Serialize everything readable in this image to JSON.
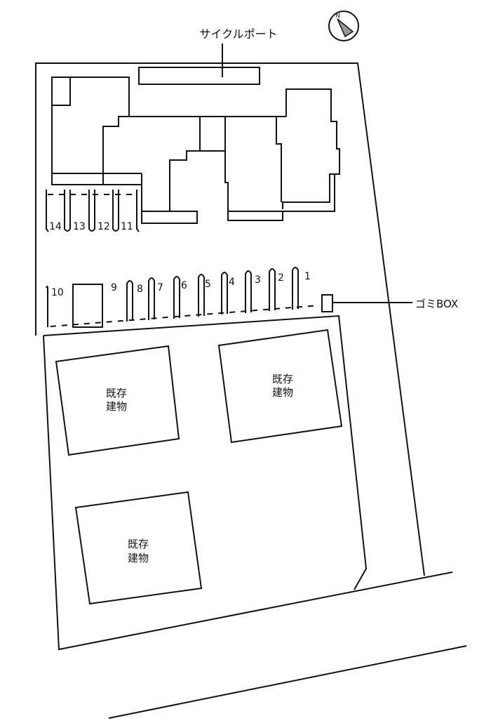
{
  "labels": {
    "cycle_port": "サイクルポート",
    "garbage_box": "ゴミBOX",
    "existing_building_1": [
      "既存",
      "建物"
    ],
    "existing_building_2": [
      "既存",
      "建物"
    ],
    "existing_building_3": [
      "既存",
      "建物"
    ]
  },
  "parking_numbers": [
    "1",
    "2",
    "3",
    "4",
    "5",
    "6",
    "7",
    "8",
    "9",
    "10",
    "11",
    "12",
    "13",
    "14"
  ],
  "compass": {
    "icon": "north-arrow-icon"
  }
}
